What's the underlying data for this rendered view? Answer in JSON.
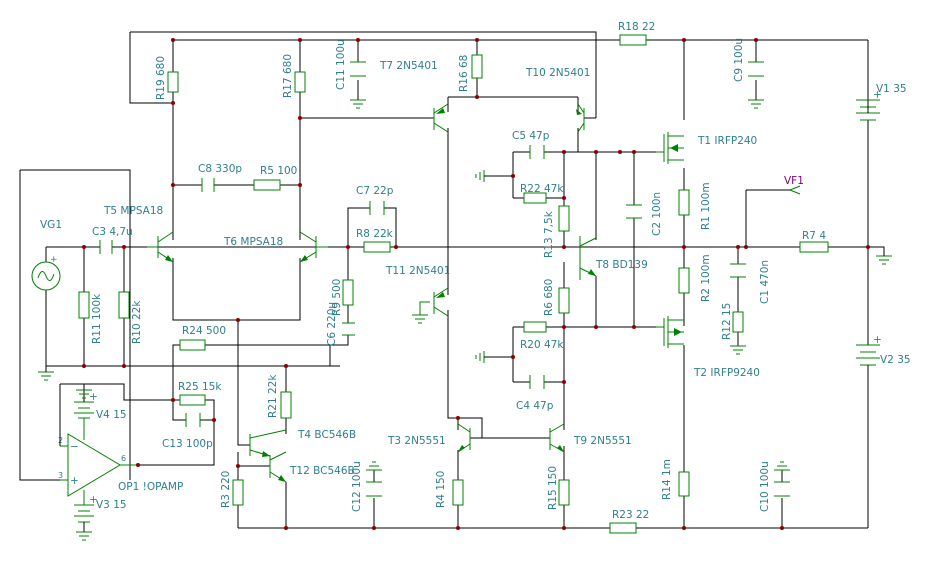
{
  "components": {
    "R1": "R1 100m",
    "R2": "R2 100m",
    "R3": "R3 220",
    "R4": "R4 150",
    "R5": "R5 100",
    "R6": "R6 680",
    "R7": "R7 4",
    "R8": "R8 22k",
    "R9": "R9 500",
    "R10": "R10 22k",
    "R11": "R11 100k",
    "R12": "R12 15",
    "R13": "R13 7,5k",
    "R14": "R14 1m",
    "R15": "R15 150",
    "R16": "R16 68",
    "R17": "R17 680",
    "R18": "R18 22",
    "R19": "R19 680",
    "R20": "R20 47k",
    "R21": "R21 22k",
    "R22": "R22 47k",
    "R23": "R23 22",
    "R24": "R24 500",
    "R25": "R25 15k",
    "C1": "C1 470n",
    "C2": "C2 100n",
    "C3": "C3 4,7u",
    "C4": "C4 47p",
    "C5": "C5 47p",
    "C6": "C6 220u",
    "C7": "C7 22p",
    "C8": "C8 330p",
    "C9": "C9 100u",
    "C10": "C10 100u",
    "C11": "C11 100u",
    "C12": "C12 100u",
    "C13": "C13 100p",
    "T1": "T1 IRFP240",
    "T2": "T2 IRFP9240",
    "T3": "T3 2N5551",
    "T4": "T4 BC546B",
    "T5": "T5 MPSA18",
    "T6": "T6 MPSA18",
    "T7": "T7 2N5401",
    "T8": "T8 BD139",
    "T9": "T9 2N5551",
    "T10": "T10 2N5401",
    "T11": "T11 2N5401",
    "T12": "T12 BC546B",
    "V1": "V1 35",
    "V2": "V2 35",
    "V3": "V3 15",
    "V4": "V4 15",
    "VG1": "VG1",
    "VF1": "VF1",
    "OP1": "OP1 !OPAMP"
  },
  "opamp_pins": {
    "inv": "2",
    "noninv": "3",
    "out": "6",
    "minus": "−",
    "plus": "+"
  },
  "battery_signs": {
    "plus": "+",
    "minus": "−"
  }
}
